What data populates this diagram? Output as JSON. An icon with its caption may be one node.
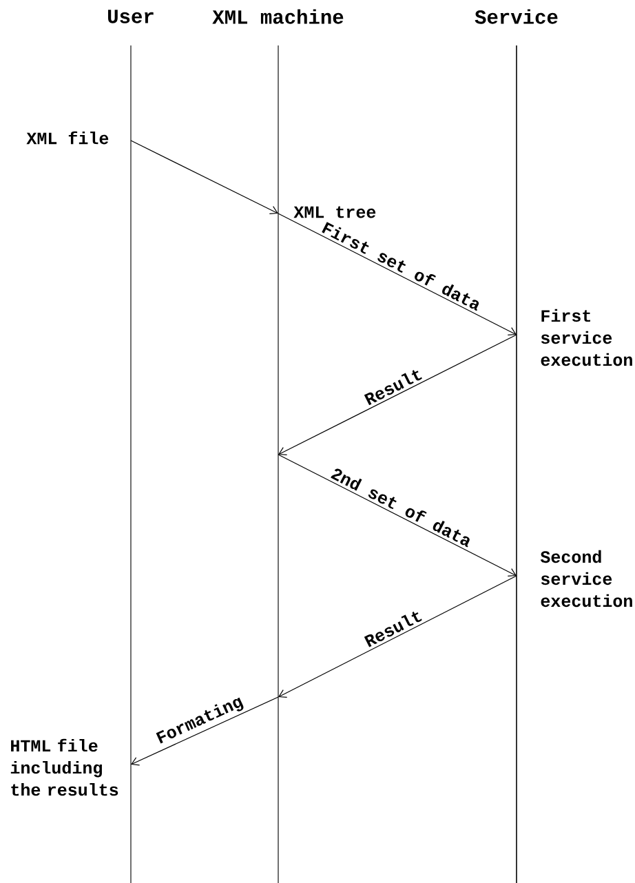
{
  "diagram": {
    "nodes": [
      {
        "text": [
          "User"
        ]
      },
      {
        "text": [
          "XML machine"
        ]
      },
      {
        "text": [
          "Service"
        ]
      }
    ],
    "edges": [
      {
        "from": 0,
        "to": 1,
        "arrow": "to"
      },
      {
        "from": 1,
        "to": 2,
        "arrow": "to",
        "label": "First set of data"
      },
      {
        "from": 2,
        "to": 1,
        "arrow": "to",
        "label": "Result"
      },
      {
        "from": 1,
        "to": 2,
        "arrow": "to",
        "label": "2nd set of data"
      },
      {
        "from": 2,
        "to": 1,
        "arrow": "to",
        "label": "Result"
      },
      {
        "from": 1,
        "to": 0,
        "arrow": "to",
        "label": "Formating"
      }
    ],
    "labels": [
      "XML file",
      "XML tree",
      "First service execution",
      "Second service execution",
      "HTML file including the results"
    ]
  }
}
